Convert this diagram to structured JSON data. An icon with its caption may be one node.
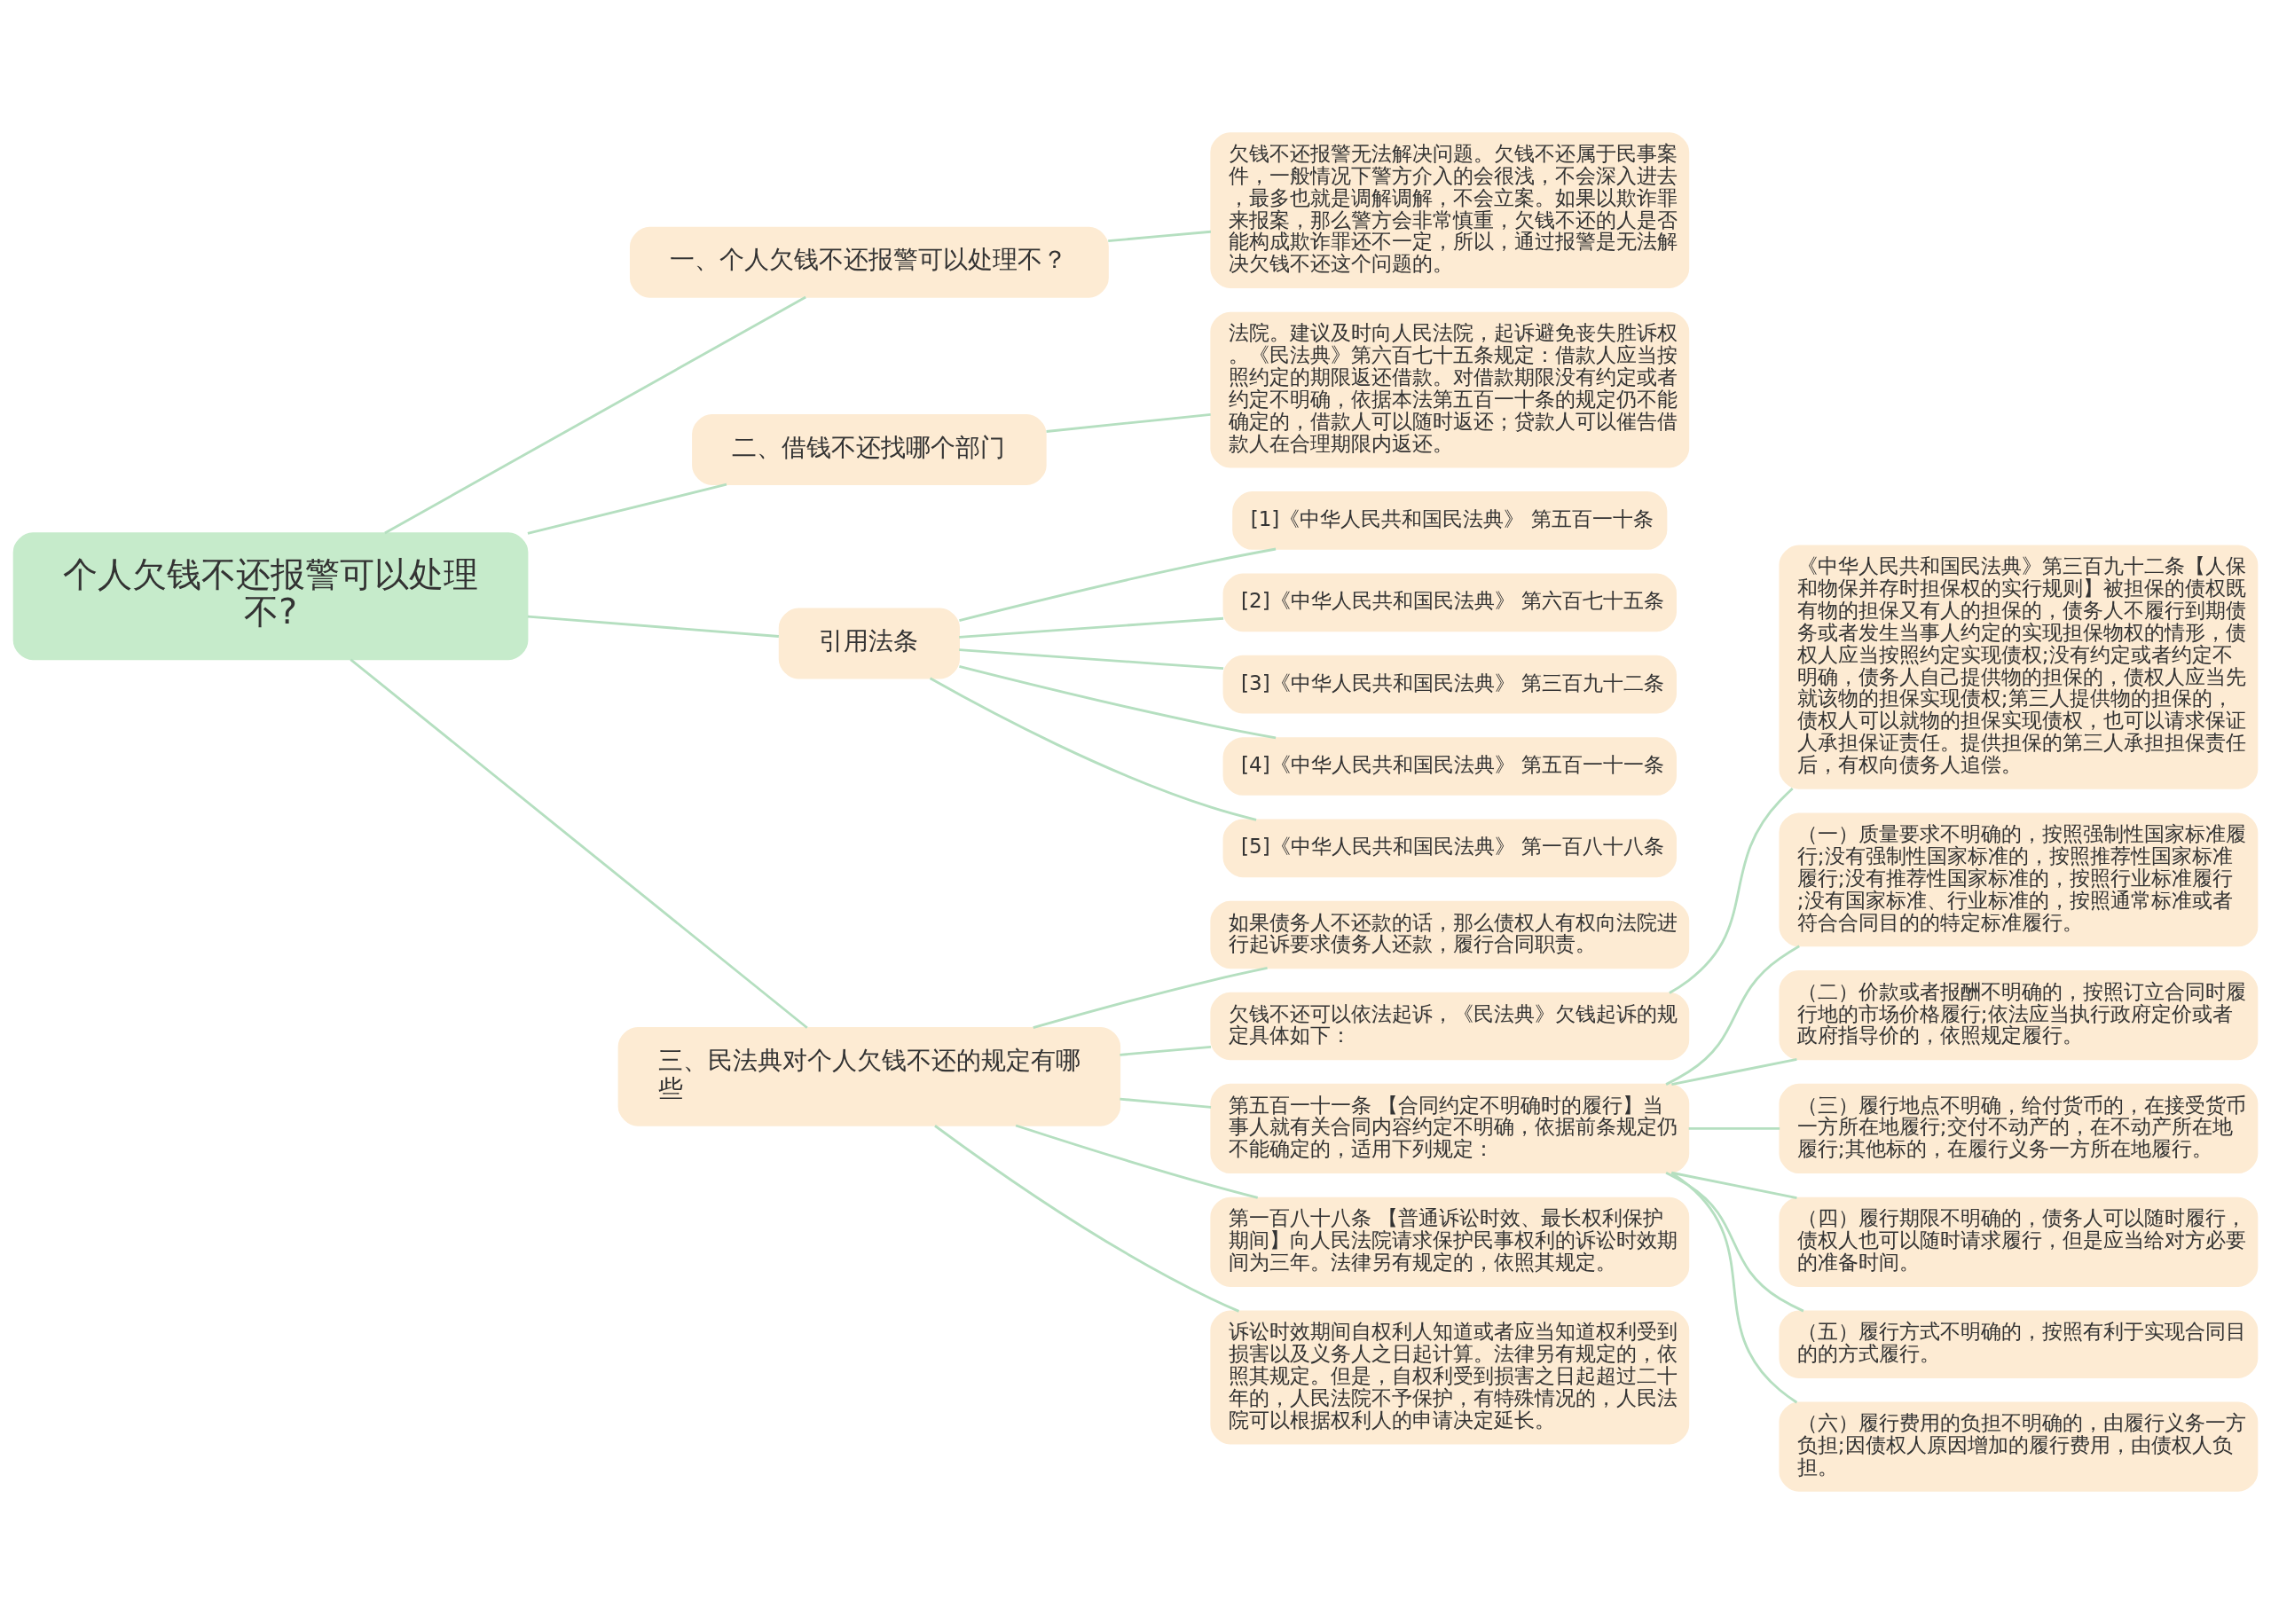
{
  "diagram": {
    "nodes": [
      {
        "text": [
          "个人欠钱不还报警可以处理不?"
        ]
      },
      {
        "text": [
          "一、个人欠钱不还报警可以处理不？"
        ]
      },
      {
        "text": [
          "欠钱不还报警无法解决问题。欠钱不还属于民事案件，一般情况下警方介入的会很浅，不会深入进去，最多也就是调解调解，不会立案。如果以欺诈罪来报案，那么警方会非常慎重，欠钱不还的人是否能构成欺诈罪还不一定，所以，通过报警是无法解决欠钱不还这个问题的。"
        ]
      },
      {
        "text": [
          "二、借钱不还找哪个部门"
        ]
      },
      {
        "text": [
          "法院。建议及时向人民法院，起诉避免丧失胜诉权。《民法典》第六百七十五条规定：借款人应当按照约定的期限返还借款。对借款期限没有约定或者约定不明确，依据本法第五百一十条的规定仍不能确定的，借款人可以随时返还；贷款人可以催告借款人在合理期限内返还。"
        ]
      },
      {
        "text": [
          "引用法条"
        ]
      },
      {
        "text": [
          "[1]《中华人民共和国民法典》 第五百一十条"
        ]
      },
      {
        "text": [
          "[2]《中华人民共和国民法典》 第六百七十五条"
        ]
      },
      {
        "text": [
          "[3]《中华人民共和国民法典》 第三百九十二条"
        ]
      },
      {
        "text": [
          "[4]《中华人民共和国民法典》 第五百一十一条"
        ]
      },
      {
        "text": [
          "[5]《中华人民共和国民法典》 第一百八十八条"
        ]
      },
      {
        "text": [
          "三、民法典对个人欠钱不还的规定有哪些"
        ]
      },
      {
        "text": [
          "如果债务人不还款的话，那么债权人有权向法院进行起诉要求债务人还款，履行合同职责。"
        ]
      },
      {
        "text": [
          "欠钱不还可以依法起诉，《民法典》欠钱起诉的规定具体如下："
        ]
      },
      {
        "text": [
          "《中华人民共和国民法典》第三百九十二条【人保和物保并存时担保权的实行规则】被担保的债权既有物的担保又有人的担保的，债务人不履行到期债务或者发生当事人约定的实现担保物权的情形，债权人应当按照约定实现债权;没有约定或者约定不明确，债务人自己提供物的担保的，债权人应当先就该物的担保实现债权;第三人提供物的担保的，债权人可以就物的担保实现债权，也可以请求保证人承担保证责任。提供担保的第三人承担担保责任后，有权向债务人追偿。"
        ]
      },
      {
        "text": [
          "第五百一十一条 【合同约定不明确时的履行】当事人就有关合同内容约定不明确，依据前条规定仍不能确定的，适用下列规定："
        ]
      },
      {
        "text": [
          "（一）质量要求不明确的，按照强制性国家标准履行;没有强制性国家标准的，按照推荐性国家标准履行;没有推荐性国家标准的，按照行业标准履行;没有国家标准、行业标准的，按照通常标准或者符合合同目的的特定标准履行。"
        ]
      },
      {
        "text": [
          "（二）价款或者报酬不明确的，按照订立合同时履行地的市场价格履行;依法应当执行政府定价或者政府指导价的，依照规定履行。"
        ]
      },
      {
        "text": [
          "（三）履行地点不明确，给付货币的，在接受货币一方所在地履行;交付不动产的，在不动产所在地履行;其他标的，在履行义务一方所在地履行。"
        ]
      },
      {
        "text": [
          "（四）履行期限不明确的，债务人可以随时履行，债权人也可以随时请求履行，但是应当给对方必要的准备时间。"
        ]
      },
      {
        "text": [
          "（五）履行方式不明确的，按照有利于实现合同目的的方式履行。"
        ]
      },
      {
        "text": [
          "（六）履行费用的负担不明确的，由履行义务一方负担;因债权人原因增加的履行费用，由债权人负担。"
        ]
      },
      {
        "text": [
          "第一百八十八条 【普通诉讼时效、最长权利保护期间】向人民法院请求保护民事权利的诉讼时效期间为三年。法律另有规定的，依照其规定。"
        ]
      },
      {
        "text": [
          "诉讼时效期间自权利人知道或者应当知道权利受到损害以及义务人之日起计算。法律另有规定的，依照其规定。但是，自权利受到损害之日起超过二十年的，人民法院不予保护，有特殊情况的，人民法院可以根据权利人的申请决定延长。"
        ]
      }
    ],
    "edges": [
      {
        "from": 0,
        "to": 1,
        "arrow": "none"
      },
      {
        "from": 1,
        "to": 2,
        "arrow": "none"
      },
      {
        "from": 0,
        "to": 3,
        "arrow": "none"
      },
      {
        "from": 3,
        "to": 4,
        "arrow": "none"
      },
      {
        "from": 0,
        "to": 5,
        "arrow": "none"
      },
      {
        "from": 5,
        "to": 6,
        "arrow": "none"
      },
      {
        "from": 5,
        "to": 7,
        "arrow": "none"
      },
      {
        "from": 5,
        "to": 8,
        "arrow": "none"
      },
      {
        "from": 5,
        "to": 9,
        "arrow": "none"
      },
      {
        "from": 5,
        "to": 10,
        "arrow": "none"
      },
      {
        "from": 0,
        "to": 11,
        "arrow": "none"
      },
      {
        "from": 11,
        "to": 12,
        "arrow": "none"
      },
      {
        "from": 11,
        "to": 13,
        "arrow": "none"
      },
      {
        "from": 13,
        "to": 14,
        "arrow": "none"
      },
      {
        "from": 11,
        "to": 15,
        "arrow": "none"
      },
      {
        "from": 15,
        "to": 16,
        "arrow": "none"
      },
      {
        "from": 15,
        "to": 17,
        "arrow": "none"
      },
      {
        "from": 15,
        "to": 18,
        "arrow": "none"
      },
      {
        "from": 15,
        "to": 19,
        "arrow": "none"
      },
      {
        "from": 15,
        "to": 20,
        "arrow": "none"
      },
      {
        "from": 15,
        "to": 21,
        "arrow": "none"
      },
      {
        "from": 11,
        "to": 22,
        "arrow": "none"
      },
      {
        "from": 11,
        "to": 23,
        "arrow": "none"
      }
    ]
  }
}
